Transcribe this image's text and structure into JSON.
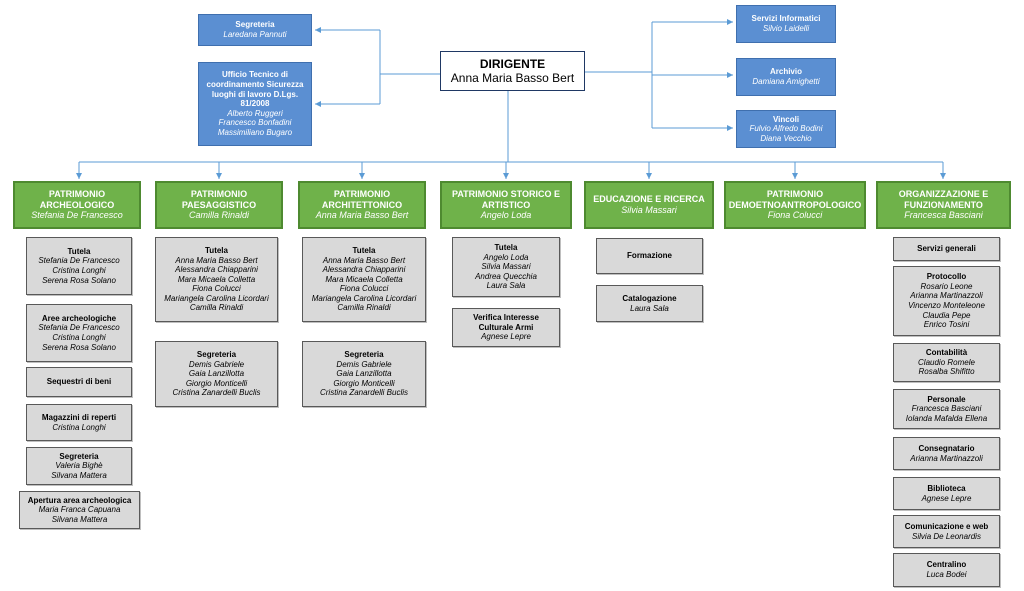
{
  "director": {
    "title": "DIRIGENTE",
    "name": "Anna Maria Basso Bert"
  },
  "staff_left": [
    {
      "title": "Segreteria",
      "names": [
        "Laredana Pannuti"
      ]
    },
    {
      "title": "Ufficio Tecnico di coordinamento Sicurezza luoghi di lavoro D.Lgs. 81/2008",
      "names": [
        "Alberto Ruggeri",
        "Francesco Bonfadini",
        "Massimiliano Bugaro"
      ]
    }
  ],
  "staff_right": [
    {
      "title": "Servizi Informatici",
      "names": [
        "Silvio Laidelli"
      ]
    },
    {
      "title": "Archivio",
      "names": [
        "Damiana Amighetti"
      ]
    },
    {
      "title": "Vincoli",
      "names": [
        "Fulvio Alfredo Bodini",
        "Diana Vecchio"
      ]
    }
  ],
  "departments": [
    {
      "title": "PATRIMONIO ARCHEOLOGICO",
      "head": "Stefania De Francesco",
      "units": [
        {
          "title": "Tutela",
          "names": [
            "Stefania De Francesco",
            "Cristina Longhi",
            "Serena Rosa Solano"
          ]
        },
        {
          "title": "Aree archeologiche",
          "names": [
            "Stefania De Francesco",
            "Cristina Longhi",
            "Serena Rosa Solano"
          ]
        },
        {
          "title": "Sequestri di beni",
          "names": []
        },
        {
          "title": "Magazzini di reperti",
          "names": [
            "Cristina Longhi"
          ]
        },
        {
          "title": "Segreteria",
          "names": [
            "Valeria Bighè",
            "Silvana Mattera"
          ]
        },
        {
          "title": "Apertura area archeologica",
          "names": [
            "Maria Franca Capuana",
            "Silvana Mattera"
          ]
        }
      ]
    },
    {
      "title": "PATRIMONIO PAESAGGISTICO",
      "head": "Camilla Rinaldi",
      "units": [
        {
          "title": "Tutela",
          "names": [
            "Anna Maria Basso Bert",
            "Alessandra Chiapparini",
            "Mara Micaela Colletta",
            "Fiona Colucci",
            "Mariangela Carolina Licordari",
            "Camilla Rinaldi"
          ]
        },
        {
          "title": "Segreteria",
          "names": [
            "Demis Gabriele",
            "Gaia Lanzillotta",
            "Giorgio Monticelli",
            "Cristina Zanardelli Buclis"
          ]
        }
      ]
    },
    {
      "title": "PATRIMONIO ARCHITETTONICO",
      "head": "Anna Maria Basso Bert",
      "units": [
        {
          "title": "Tutela",
          "names": [
            "Anna Maria Basso Bert",
            "Alessandra Chiapparini",
            "Mara Micaela Colletta",
            "Fiona Colucci",
            "Mariangela Carolina Licordari",
            "Camilla Rinaldi"
          ]
        },
        {
          "title": "Segreteria",
          "names": [
            "Demis Gabriele",
            "Gaia Lanzillotta",
            "Giorgio Monticelli",
            "Cristina Zanardelli Buclis"
          ]
        }
      ]
    },
    {
      "title": "PATRIMONIO STORICO E ARTISTICO",
      "head": "Angelo Loda",
      "units": [
        {
          "title": "Tutela",
          "names": [
            "Angelo Loda",
            "Silvia Massari",
            "Andrea Quecchia",
            "Laura Sala"
          ]
        },
        {
          "title": "Verifica Interesse Culturale Armi",
          "names": [
            "Agnese Lepre"
          ]
        }
      ]
    },
    {
      "title": "EDUCAZIONE E RICERCA",
      "head": "Silvia Massari",
      "units": [
        {
          "title": "Formazione",
          "names": []
        },
        {
          "title": "Catalogazione",
          "names": [
            "Laura Sala"
          ]
        }
      ]
    },
    {
      "title": "PATRIMONIO DEMOETNOANTROPOLOGICO",
      "head": "Fiona Colucci",
      "units": []
    },
    {
      "title": "ORGANIZZAZIONE E FUNZIONAMENTO",
      "head": "Francesca Basciani",
      "units": [
        {
          "title": "Servizi generali",
          "names": []
        },
        {
          "title": "Protocollo",
          "names": [
            "Rosario Leone",
            "Arianna Martinazzoli",
            "Vincenzo Monteleone",
            "Claudia Pepe",
            "Enrico Tosini"
          ]
        },
        {
          "title": "Contabilità",
          "names": [
            "Claudio Romele",
            "Rosalba Shifitto"
          ]
        },
        {
          "title": "Personale",
          "names": [
            "Francesca Basciani",
            "Iolanda Mafalda Ellena"
          ]
        },
        {
          "title": "Consegnatario",
          "names": [
            "Arianna Martinazzoli"
          ]
        },
        {
          "title": "Biblioteca",
          "names": [
            "Agnese Lepre"
          ]
        },
        {
          "title": "Comunicazione e web",
          "names": [
            "Silvia De Leonardis"
          ]
        },
        {
          "title": "Centralino",
          "names": [
            "Luca Bodei"
          ]
        }
      ]
    }
  ]
}
